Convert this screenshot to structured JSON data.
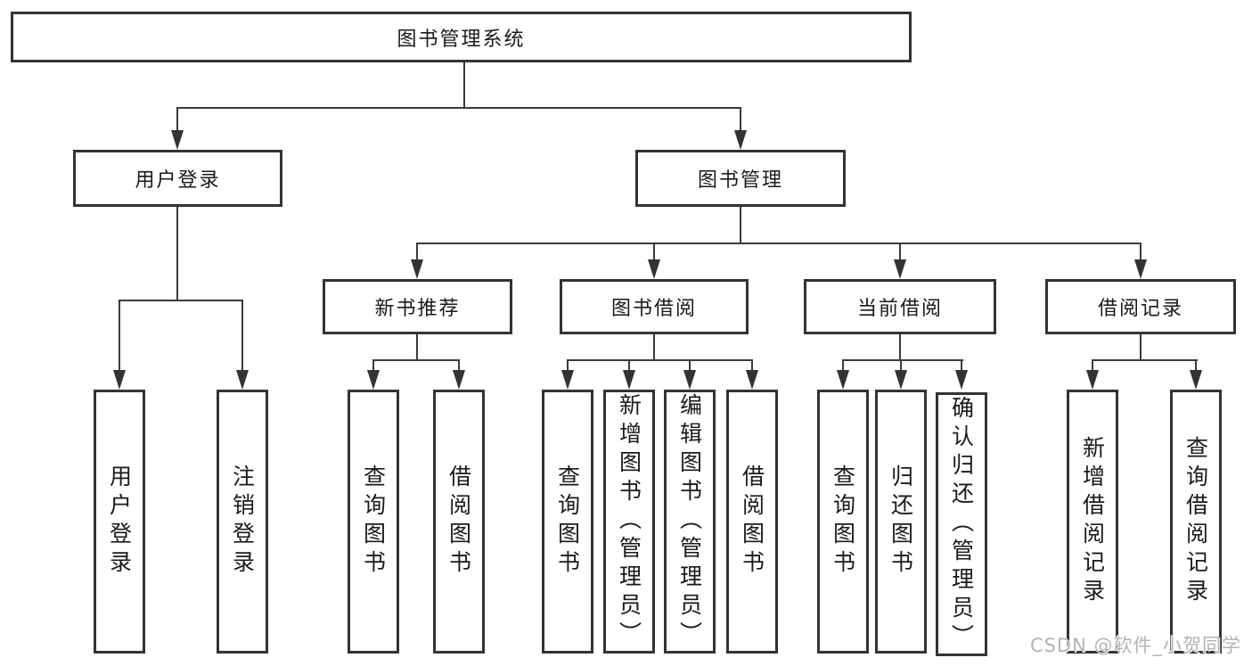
{
  "tree": {
    "root": "图书管理系统",
    "user_login": {
      "label": "用户登录",
      "children": [
        "用户登录",
        "注销登录"
      ]
    },
    "book_mgmt": {
      "label": "图书管理",
      "groups": [
        {
          "label": "新书推荐",
          "children": [
            "查询图书",
            "借阅图书"
          ]
        },
        {
          "label": "图书借阅",
          "children": [
            "查询图书",
            "新增图书（管理员）",
            "编辑图书（管理员）",
            "借阅图书"
          ]
        },
        {
          "label": "当前借阅",
          "children": [
            "查询图书",
            "归还图书",
            "确认归还（管理员）"
          ]
        },
        {
          "label": "借阅记录",
          "children": [
            "新增借阅记录",
            "查询借阅记录"
          ]
        }
      ]
    }
  },
  "watermark": "CSDN @软件_小贺同学",
  "colors": {
    "line": "#333333",
    "text": "#1a1a1a",
    "watermark": "#b3b3b3",
    "background": "#ffffff"
  }
}
